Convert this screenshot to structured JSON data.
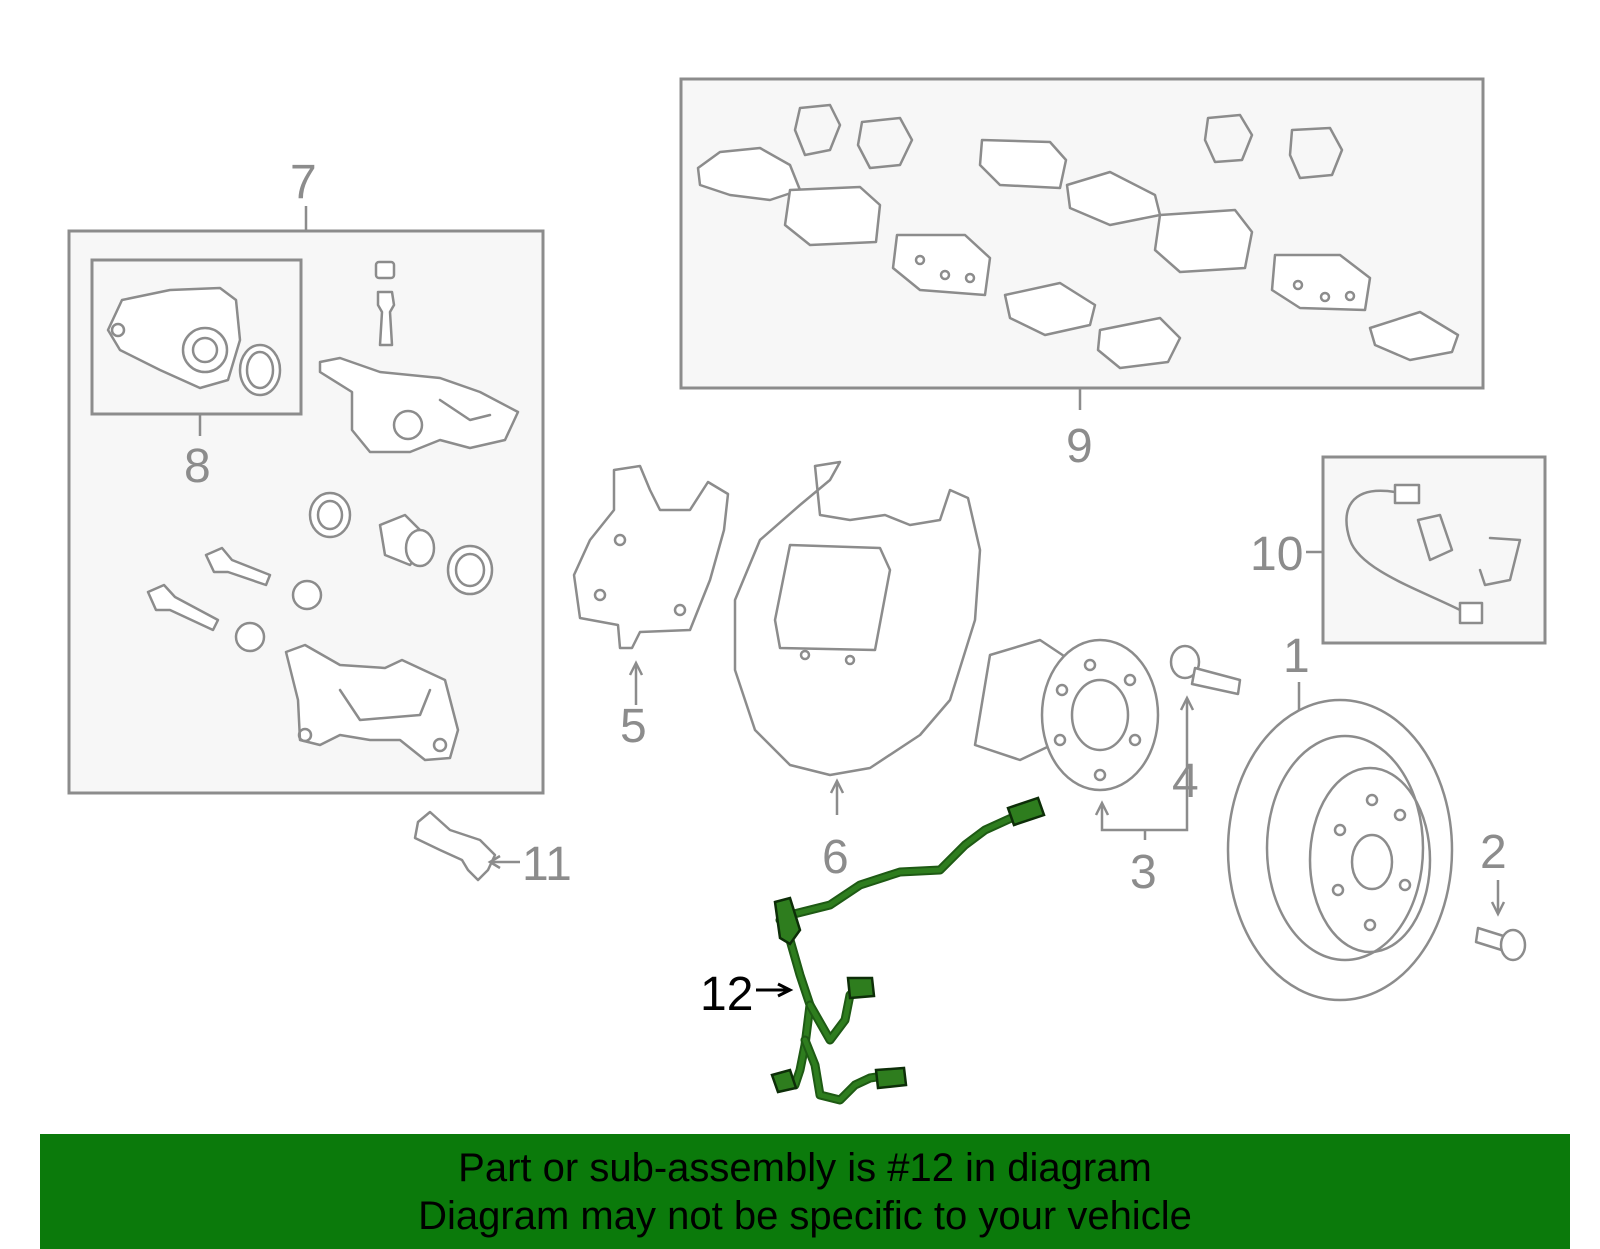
{
  "diagram": {
    "callouts": {
      "c1": "1",
      "c2": "2",
      "c3": "3",
      "c4": "4",
      "c5": "5",
      "c6": "6",
      "c7": "7",
      "c8": "8",
      "c9": "9",
      "c10": "10",
      "c11": "11",
      "c12": "12"
    },
    "highlighted_part": "12",
    "highlight_color": "#2e7d1e"
  },
  "banner": {
    "line1": "Part or sub-assembly is #12 in diagram",
    "line2": "Diagram may not be specific to your vehicle",
    "background": "#0b7a0b"
  }
}
